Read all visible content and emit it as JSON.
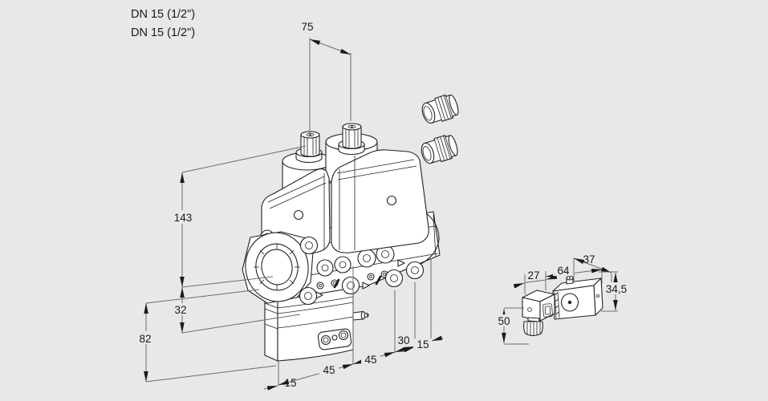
{
  "labels": {
    "dn_line1": "DN 15 (1/2\")",
    "dn_line2": "DN 15 (1/2\")"
  },
  "dimensions": {
    "top_width": "75",
    "height_total": "143",
    "height_flange": "32",
    "height_lower": "82",
    "base_offset": "15",
    "chain_45a": "45",
    "chain_45b": "45",
    "chain_30": "30",
    "chain_15": "15",
    "coil_plug_width": "27",
    "coil_length": "64",
    "coil_depth": "37",
    "coil_height": "34,5",
    "coil_total_height": "50"
  },
  "colors": {
    "background": "#e8e8e8",
    "outline": "#222226",
    "dimension_line": "#6b6b6b",
    "text": "#1a1a1a",
    "fill": "#ffffff"
  }
}
